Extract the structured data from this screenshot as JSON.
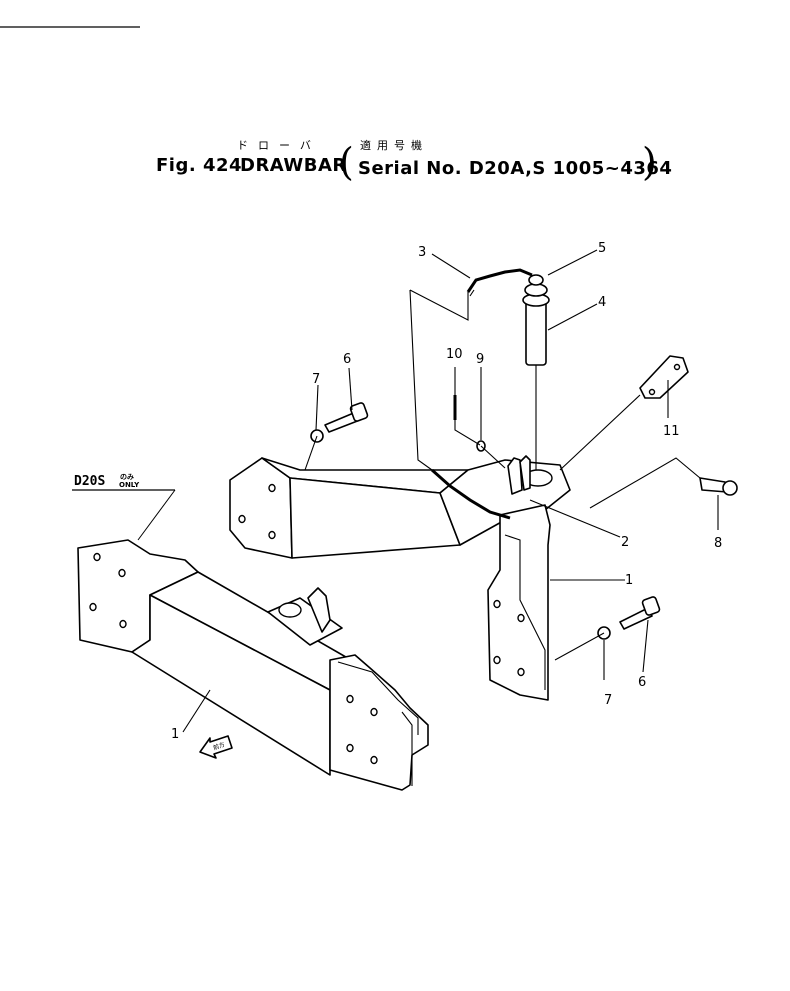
{
  "title": {
    "fig_label": "Fig. 424",
    "name": "DRAWBAR",
    "name_ruby": "ドローバ",
    "serial_ruby": "適用号機",
    "serial_text": "Serial No. D20A,S 1005~4364"
  },
  "variant_note": {
    "model": "D20S",
    "ruby": "のみ",
    "only": "ONLY"
  },
  "front_arrow_label": "前方",
  "callouts": {
    "c1_left": "1",
    "c1_right": "1",
    "c2": "2",
    "c3": "3",
    "c4": "4",
    "c5": "5",
    "c6_top": "6",
    "c6_bottom": "6",
    "c7_top": "7",
    "c7_bottom": "7",
    "c8": "8",
    "c9": "9",
    "c10": "10",
    "c11": "11"
  }
}
